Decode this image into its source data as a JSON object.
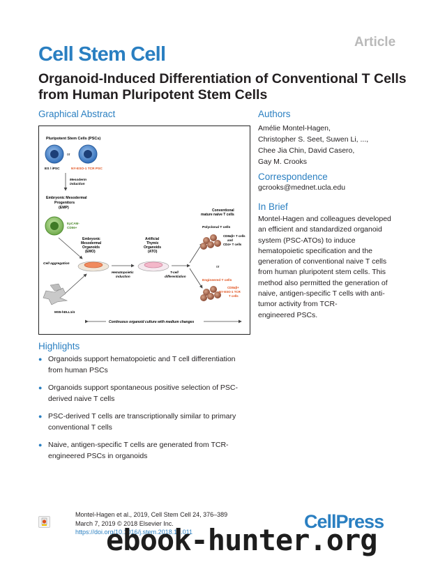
{
  "article_tag": "Article",
  "journal": "Cell Stem Cell",
  "title": "Organoid-Induced Differentiation of Conventional T Cells from Human Pluripotent Stem Cells",
  "graphical_abstract": {
    "heading": "Graphical Abstract",
    "labels": {
      "psc_title": "Pluripotent Stem Cells (PSCs)",
      "or1": "or",
      "es_ipsc": "ES / iPSC",
      "ny_tcr_psc": "NY-ESO-1 TCR PSC",
      "mesoderm1": "Mesoderm",
      "mesoderm2": "induction",
      "emp1": "Embryonic Mesodermal",
      "emp2": "Progenitors",
      "emp3": "(EMP)",
      "epcam": "EpCAM-",
      "cd56": "CD56+",
      "emo1": "Embryonic",
      "emo2": "Mesodermal",
      "emo3": "Organoids",
      "emo4": "(EMO)",
      "ato1": "Artificial",
      "ato2": "Thymic",
      "ato3": "Organoids",
      "ato4": "(ATO)",
      "conv1": "Conventional",
      "conv2": "mature naive T cells",
      "polyclonal": "Polyclonal T cells",
      "cd8": "CD8αβ+ T cells",
      "and": "and",
      "cd4": "CD4+ T cells",
      "or2": "or",
      "engineered": "Engineered T cells",
      "cd8b": "CD8αβ+",
      "nytcr": "NY-ESO-1 TCR",
      "tcells": "T cells",
      "cell_agg": "Cell aggregation",
      "hemato1": "Hematopoietic",
      "hemato2": "induction",
      "tcell1": "T-cell",
      "tcell2": "differentiation",
      "ms5": "MS5-hDLL1/4",
      "continuous": "Continuous organoid culture with medium changes"
    }
  },
  "authors": {
    "heading": "Authors",
    "lines": [
      "Amélie Montel-Hagen,",
      "Christopher S. Seet, Suwen Li, ...,",
      "Chee Jia Chin, David Casero,",
      "Gay M. Crooks"
    ]
  },
  "correspondence": {
    "heading": "Correspondence",
    "email": "gcrooks@mednet.ucla.edu"
  },
  "in_brief": {
    "heading": "In Brief",
    "lines": [
      "Montel-Hagen and colleagues developed",
      "an efficient and standardized organoid",
      "system (PSC-ATOs) to induce",
      "hematopoietic specification and the",
      "generation of conventional naive T cells",
      "from human pluripotent stem cells. This",
      "method also permitted the generation of",
      "naive, antigen-specific T cells with anti-",
      "tumor activity from TCR-",
      "engineered PSCs."
    ]
  },
  "highlights": {
    "heading": "Highlights",
    "items": [
      "Organoids support hematopoietic and T cell differentiation from human PSCs",
      "Organoids support spontaneous positive selection of PSC-derived naive T cells",
      "PSC-derived T cells are transcriptionally similar to primary conventional T cells",
      "Naive, antigen-specific T cells are generated from TCR-engineered PSCs in organoids"
    ]
  },
  "citation": {
    "line1": "Montel-Hagen et al., 2019, Cell Stem Cell 24, 376–389",
    "line2": "March 7, 2019 © 2018 Elsevier Inc.",
    "doi": "https://doi.org/10.1016/j.stem.2018.12.011"
  },
  "publisher": "CellPress",
  "watermark": "ebook-hunter.org",
  "colors": {
    "accent": "#2a7fc1",
    "highlight_red": "#e0501c"
  }
}
